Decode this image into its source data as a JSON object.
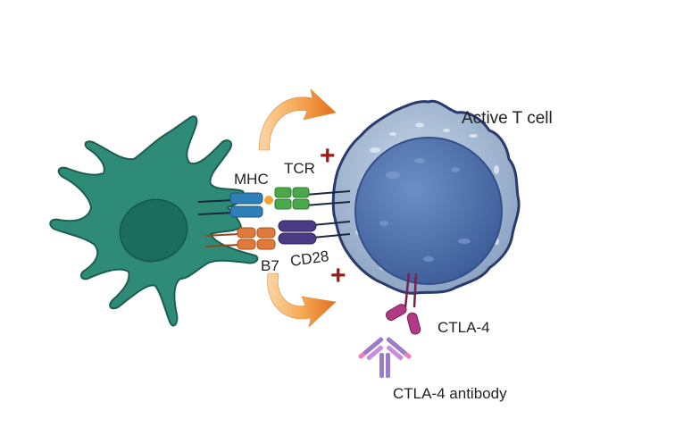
{
  "labels": {
    "mhc": "MHC",
    "tcr": "TCR",
    "b7": "B7",
    "cd28": "CD28",
    "active_t_cell": "Active T cell",
    "ctla4": "CTLA-4",
    "ctla4_antibody": "CTLA-4 antibody",
    "plus_top": "+",
    "plus_bottom": "+"
  },
  "colors": {
    "dendritic_cell": "#2e8b78",
    "dendritic_outline": "#1e5e50",
    "dendritic_nucleus": "#1c6e5c",
    "t_cell_body": "#a9bed6",
    "t_cell_outline": "#2a3a6a",
    "t_cell_nucleus": "#4f72ad",
    "mhc": "#2f80b8",
    "antigen": "#f2a533",
    "tcr": "#4aa84a",
    "b7": "#e07a3a",
    "cd28": "#4b3b85",
    "arrow": "#f0892e",
    "plus": "#9b1b1b",
    "ctla4": "#b13a86",
    "antibody_light": "#c88de0",
    "antibody_heavy": "#9a7cc9",
    "antibody_pink": "#f07ab8"
  }
}
